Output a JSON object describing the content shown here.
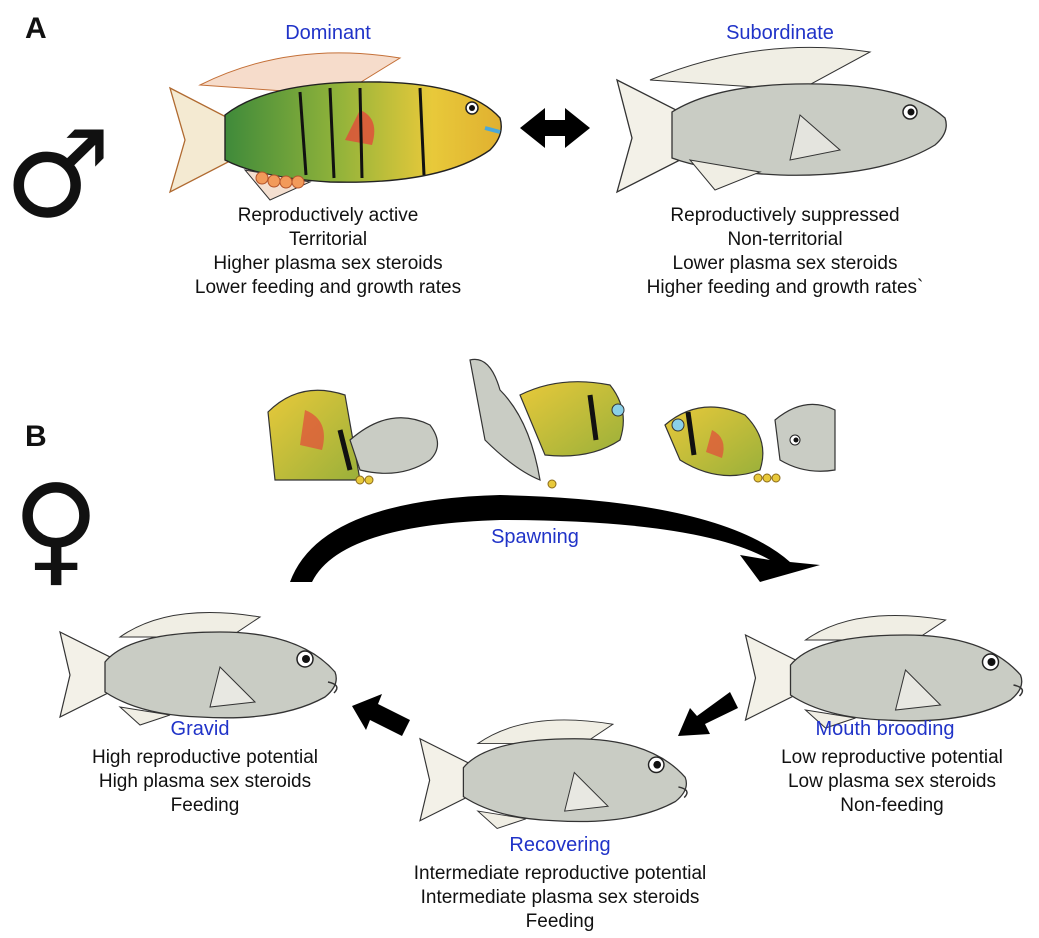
{
  "panels": {
    "a": {
      "letter": "A",
      "symbol": "♂",
      "dominant": {
        "title": "Dominant",
        "traits": [
          "Reproductively active",
          "Territorial",
          "Higher plasma sex steroids",
          "Lower feeding and growth rates"
        ]
      },
      "subordinate": {
        "title": "Subordinate",
        "traits": [
          "Reproductively suppressed",
          "Non-territorial",
          "Lower plasma sex steroids",
          "Higher feeding and growth rates`"
        ]
      }
    },
    "b": {
      "letter": "B",
      "symbol": "♀",
      "spawning": {
        "title": "Spawning"
      },
      "gravid": {
        "title": "Gravid",
        "traits": [
          "High reproductive potential",
          "High plasma sex steroids",
          "Feeding"
        ]
      },
      "mouth_brooding": {
        "title": "Mouth brooding",
        "traits": [
          "Low reproductive potential",
          "Low plasma sex steroids",
          "Non-feeding"
        ]
      },
      "recovering": {
        "title": "Recovering",
        "traits": [
          "Intermediate reproductive potential",
          "Intermediate plasma sex steroids",
          "Feeding"
        ]
      }
    }
  },
  "colors": {
    "label_blue": "#2033c8",
    "dominant_yellow": "#e8c93a",
    "dominant_green": "#3f8a3a",
    "dominant_red": "#e24a3b",
    "female_grey": "#c9ccc4",
    "arrow_black": "#000000"
  }
}
